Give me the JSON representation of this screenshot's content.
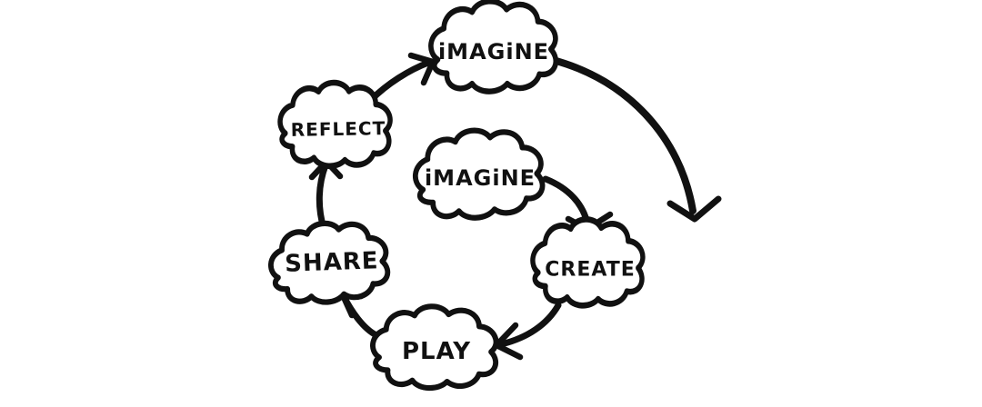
{
  "diagram": {
    "background_color": "#ffffff",
    "ink_color": "#111111",
    "style": "hand-drawn whiteboard sketch, cloud-shaped nodes in a circular spiral flow",
    "nodes": [
      {
        "id": "imagine-center",
        "label": "iMAGiNE"
      },
      {
        "id": "create",
        "label": "CREATE"
      },
      {
        "id": "play",
        "label": "PLAY"
      },
      {
        "id": "share",
        "label": "SHARE"
      },
      {
        "id": "reflect",
        "label": "REFLECT"
      },
      {
        "id": "imagine-outer",
        "label": "iMAGiNE"
      }
    ],
    "edges": [
      {
        "from": "imagine-center",
        "to": "create"
      },
      {
        "from": "create",
        "to": "play"
      },
      {
        "from": "play",
        "to": "share"
      },
      {
        "from": "share",
        "to": "reflect"
      },
      {
        "from": "reflect",
        "to": "imagine-outer"
      },
      {
        "from": "imagine-outer",
        "to": "spiral-out-next-cycle"
      }
    ]
  }
}
